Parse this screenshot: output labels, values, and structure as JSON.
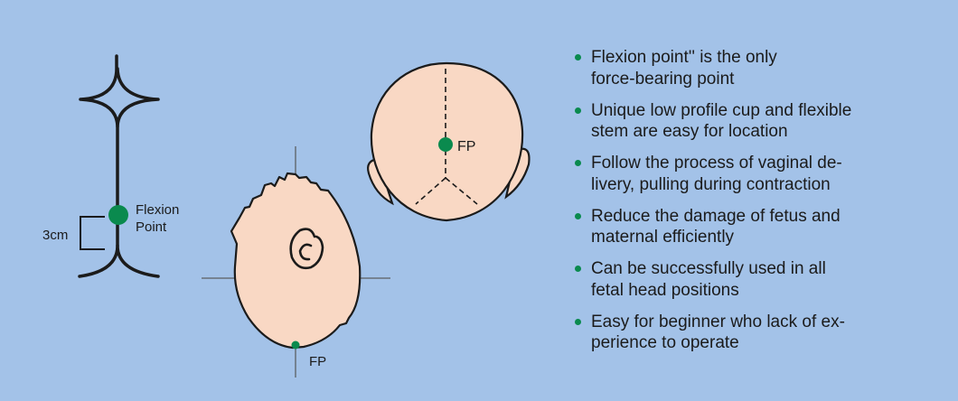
{
  "diagram": {
    "flexion_label_line1": "Flexion",
    "flexion_label_line2": "Point",
    "distance_label": "3cm",
    "fp_top_label": "FP",
    "fp_side_label": "FP"
  },
  "bullets": [
    {
      "lines": [
        "Flexion point'' is the only",
        "force-bearing point"
      ]
    },
    {
      "lines": [
        "Unique low profile cup and flexible",
        "stem are easy for location"
      ]
    },
    {
      "lines": [
        "Follow the process of vaginal de-",
        "livery, pulling during contraction"
      ]
    },
    {
      "lines": [
        "Reduce the damage of fetus and",
        "maternal efficiently"
      ]
    },
    {
      "lines": [
        "Can be successfully used in all",
        "fetal head positions"
      ]
    },
    {
      "lines": [
        "Easy for beginner who lack of ex-",
        "perience to operate"
      ]
    }
  ],
  "colors": {
    "background": "#a3c2e8",
    "skin": "#f9d8c4",
    "marker": "#0a8a4e",
    "outline": "#1b1b1b"
  }
}
